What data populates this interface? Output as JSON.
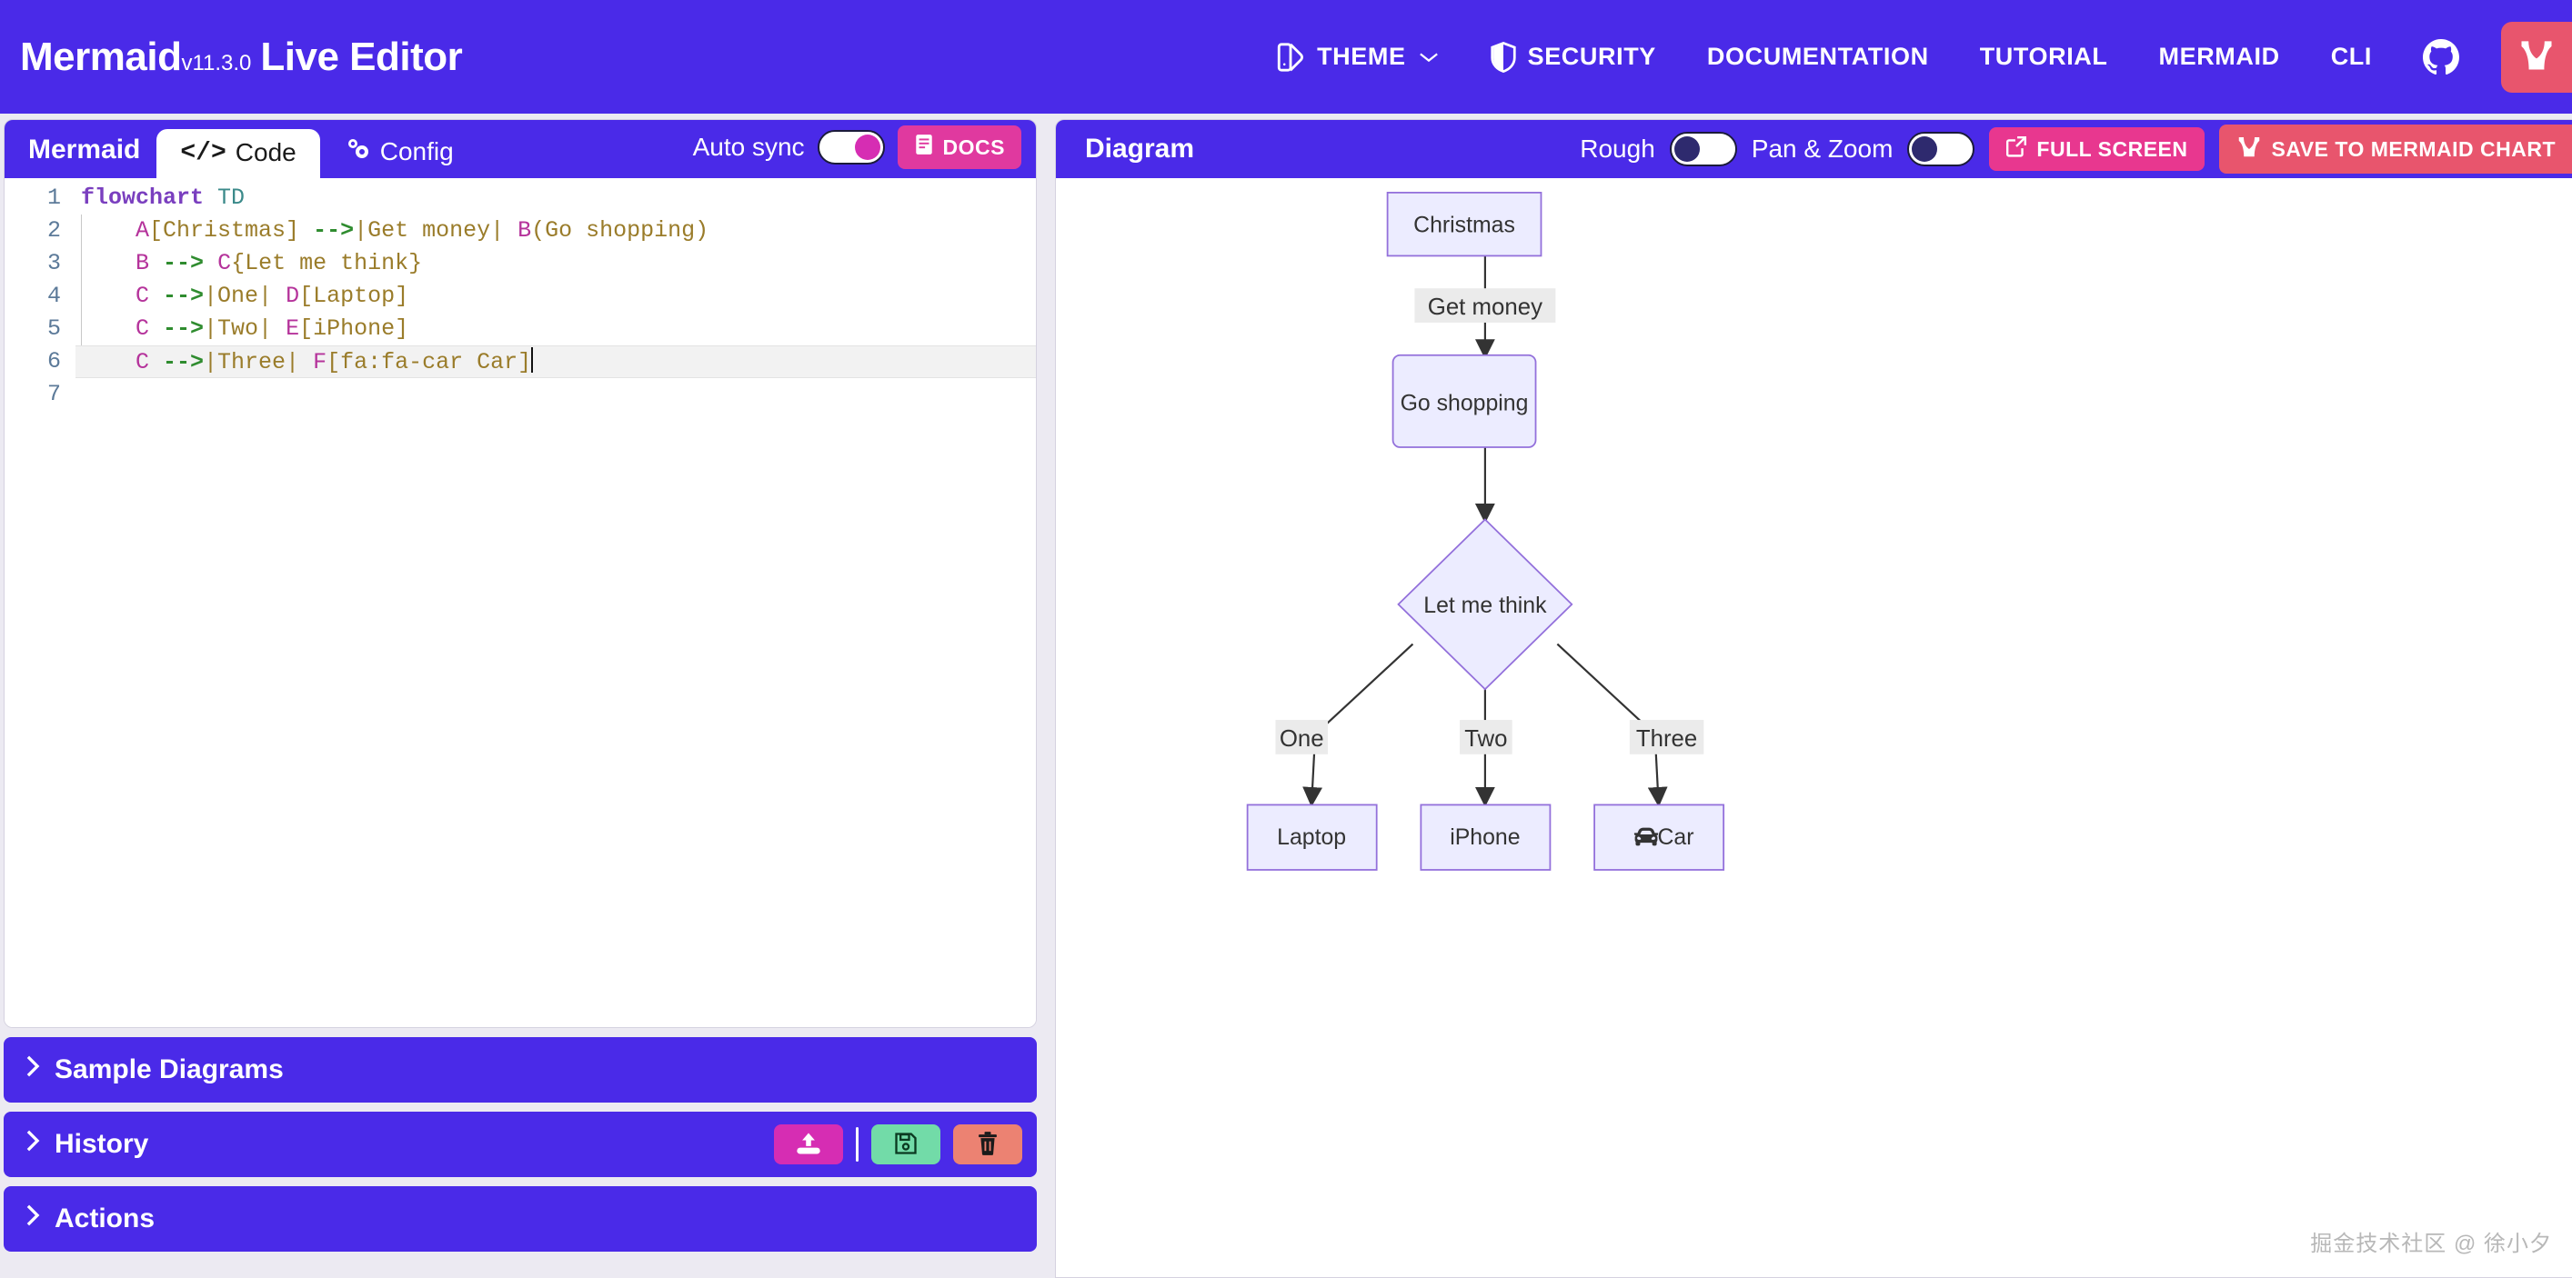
{
  "header": {
    "brand_name": "Mermaid",
    "brand_version": "v11.3.0",
    "brand_suffix": "Live Editor",
    "nav": [
      {
        "label": "THEME",
        "icon": "theme-palette-icon",
        "has_chevron": true
      },
      {
        "label": "SECURITY",
        "icon": "shield-icon",
        "has_chevron": false
      },
      {
        "label": "DOCUMENTATION",
        "icon": "",
        "has_chevron": false
      },
      {
        "label": "TUTORIAL",
        "icon": "",
        "has_chevron": false
      },
      {
        "label": "MERMAID",
        "icon": "",
        "has_chevron": false
      },
      {
        "label": "CLI",
        "icon": "",
        "has_chevron": false
      }
    ],
    "github_icon": "github-icon",
    "mermaid_chart_logo": "mermaid-chart-logo-icon"
  },
  "editor": {
    "title": "Mermaid",
    "tabs": [
      {
        "label": "Code",
        "icon": "code-brackets-icon",
        "active": true
      },
      {
        "label": "Config",
        "icon": "gears-icon",
        "active": false
      }
    ],
    "auto_sync_label": "Auto sync",
    "auto_sync_on": true,
    "docs_label": "DOCS",
    "code_lines": [
      {
        "n": "1",
        "tokens": [
          {
            "t": "flowchart ",
            "c": "kw"
          },
          {
            "t": "TD",
            "c": "dir"
          }
        ]
      },
      {
        "n": "2",
        "tokens": [
          {
            "t": "    ",
            "c": "txt"
          },
          {
            "t": "A",
            "c": "id"
          },
          {
            "t": "[Christmas] ",
            "c": "txt"
          },
          {
            "t": "-->",
            "c": "arw"
          },
          {
            "t": "|Get money| ",
            "c": "txt"
          },
          {
            "t": "B",
            "c": "id"
          },
          {
            "t": "(Go shopping)",
            "c": "txt"
          }
        ]
      },
      {
        "n": "3",
        "tokens": [
          {
            "t": "    ",
            "c": "txt"
          },
          {
            "t": "B ",
            "c": "id"
          },
          {
            "t": "-->",
            "c": "arw"
          },
          {
            "t": " ",
            "c": "txt"
          },
          {
            "t": "C",
            "c": "id"
          },
          {
            "t": "{Let me think}",
            "c": "txt"
          }
        ]
      },
      {
        "n": "4",
        "tokens": [
          {
            "t": "    ",
            "c": "txt"
          },
          {
            "t": "C ",
            "c": "id"
          },
          {
            "t": "-->",
            "c": "arw"
          },
          {
            "t": "|One| ",
            "c": "txt"
          },
          {
            "t": "D",
            "c": "id"
          },
          {
            "t": "[Laptop]",
            "c": "txt"
          }
        ]
      },
      {
        "n": "5",
        "tokens": [
          {
            "t": "    ",
            "c": "txt"
          },
          {
            "t": "C ",
            "c": "id"
          },
          {
            "t": "-->",
            "c": "arw"
          },
          {
            "t": "|Two| ",
            "c": "txt"
          },
          {
            "t": "E",
            "c": "id"
          },
          {
            "t": "[iPhone]",
            "c": "txt"
          }
        ]
      },
      {
        "n": "6",
        "active": true,
        "caret": true,
        "tokens": [
          {
            "t": "    ",
            "c": "txt"
          },
          {
            "t": "C ",
            "c": "id"
          },
          {
            "t": "-->",
            "c": "arw"
          },
          {
            "t": "|Three| ",
            "c": "txt"
          },
          {
            "t": "F",
            "c": "id"
          },
          {
            "t": "[fa:fa-car Car]",
            "c": "txt"
          }
        ]
      },
      {
        "n": "7",
        "tokens": []
      }
    ]
  },
  "panels": [
    {
      "label": "Sample Diagrams",
      "chevron": "chevron-right-icon",
      "has_actions": false
    },
    {
      "label": "History",
      "chevron": "chevron-right-icon",
      "has_actions": true,
      "actions": [
        {
          "name": "upload-history-button",
          "icon": "cloud-upload-icon",
          "color": "#d62db3"
        },
        {
          "name": "save-history-button",
          "icon": "floppy-save-icon",
          "color": "#72dba8"
        },
        {
          "name": "delete-history-button",
          "icon": "trash-icon",
          "color": "#ec8272"
        }
      ]
    },
    {
      "label": "Actions",
      "chevron": "chevron-right-icon",
      "has_actions": false
    }
  ],
  "diagram": {
    "title": "Diagram",
    "rough_label": "Rough",
    "rough_on": false,
    "pan_zoom_label": "Pan & Zoom",
    "pan_zoom_on": false,
    "full_screen_label": "FULL SCREEN",
    "save_to_mermaid_chart_label": "SAVE TO MERMAID CHART",
    "watermark": "掘金技术社区 @ 徐小夕",
    "node_fill": "#ECECFF",
    "node_stroke": "#9370DB",
    "edge_color": "#333333",
    "edge_label_bg": "#ebebeb",
    "nodes": [
      {
        "id": "A",
        "label": "Christmas",
        "shape": "rect"
      },
      {
        "id": "B",
        "label": "Go shopping",
        "shape": "round"
      },
      {
        "id": "C",
        "label": "Let me think",
        "shape": "diamond"
      },
      {
        "id": "D",
        "label": "Laptop",
        "shape": "rect"
      },
      {
        "id": "E",
        "label": "iPhone",
        "shape": "rect"
      },
      {
        "id": "F",
        "label": "Car",
        "shape": "rect",
        "icon": "car-icon"
      }
    ],
    "edges": [
      {
        "from": "A",
        "to": "B",
        "label": "Get money"
      },
      {
        "from": "B",
        "to": "C",
        "label": ""
      },
      {
        "from": "C",
        "to": "D",
        "label": "One"
      },
      {
        "from": "C",
        "to": "E",
        "label": "Two"
      },
      {
        "from": "C",
        "to": "F",
        "label": "Three"
      }
    ]
  }
}
